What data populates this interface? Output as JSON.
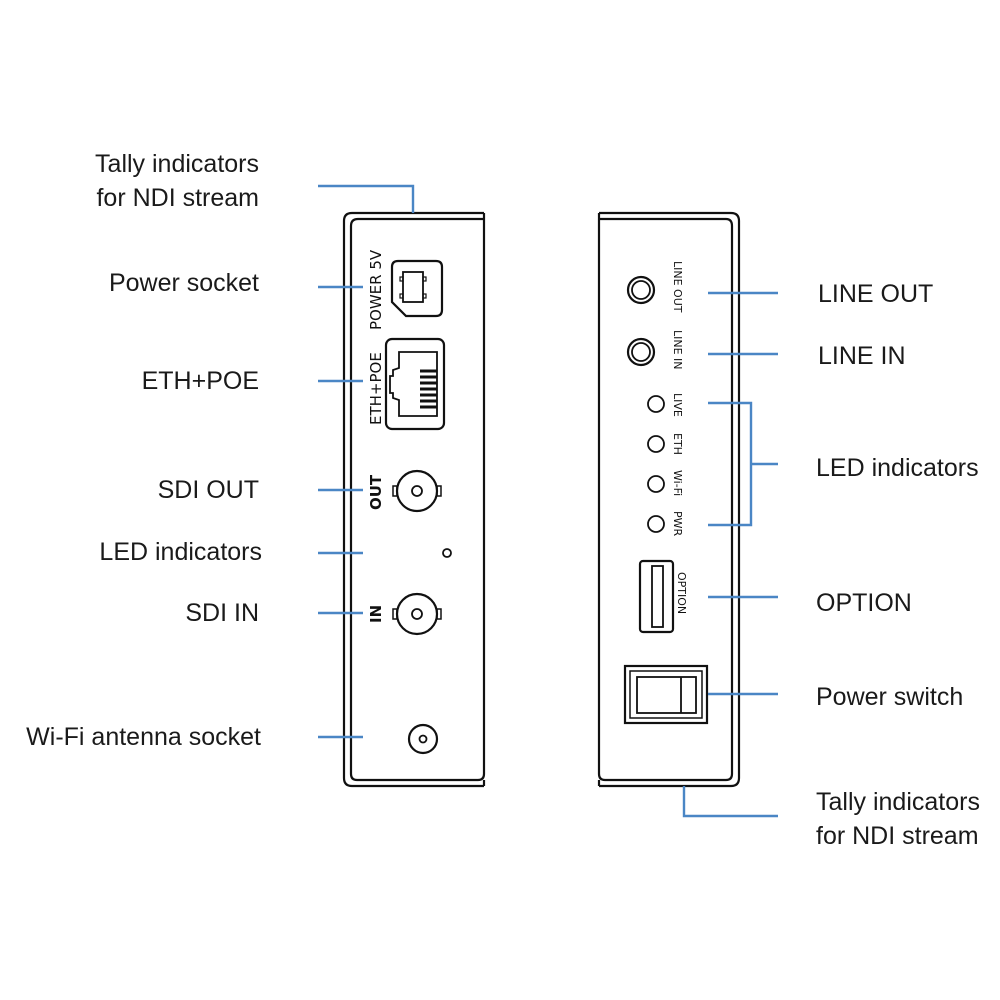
{
  "colors": {
    "leader_line": "#4a86c5",
    "outline": "#111111",
    "background": "#ffffff"
  },
  "left_panel": {
    "callouts": [
      {
        "id": "tally-left",
        "lines": [
          "Tally indicators",
          "for NDI stream"
        ]
      },
      {
        "id": "power-socket",
        "lines": [
          "Power socket"
        ]
      },
      {
        "id": "eth-poe",
        "lines": [
          "ETH+POE"
        ]
      },
      {
        "id": "sdi-out",
        "lines": [
          "SDI OUT"
        ]
      },
      {
        "id": "led-left",
        "lines": [
          "LED indicators"
        ]
      },
      {
        "id": "sdi-in",
        "lines": [
          "SDI IN"
        ]
      },
      {
        "id": "wifi-antenna",
        "lines": [
          "Wi-Fi antenna socket"
        ]
      }
    ],
    "port_labels": {
      "power": "POWER 5V",
      "eth": "ETH+POE",
      "sdi_out": "OUT",
      "sdi_in": "IN"
    }
  },
  "right_panel": {
    "callouts": [
      {
        "id": "line-out",
        "lines": [
          "LINE OUT"
        ]
      },
      {
        "id": "line-in",
        "lines": [
          "LINE IN"
        ]
      },
      {
        "id": "led-right",
        "lines": [
          "LED indicators"
        ]
      },
      {
        "id": "option",
        "lines": [
          "OPTION"
        ]
      },
      {
        "id": "power-switch",
        "lines": [
          "Power switch"
        ]
      },
      {
        "id": "tally-right",
        "lines": [
          "Tally indicators",
          "for NDI stream"
        ]
      }
    ],
    "port_labels": {
      "line_out": "LINE OUT",
      "line_in": "LINE IN",
      "led_live": "LIVE",
      "led_eth": "ETH",
      "led_wifi": "Wi-Fi",
      "led_pwr": "PWR",
      "option": "OPTION"
    }
  }
}
